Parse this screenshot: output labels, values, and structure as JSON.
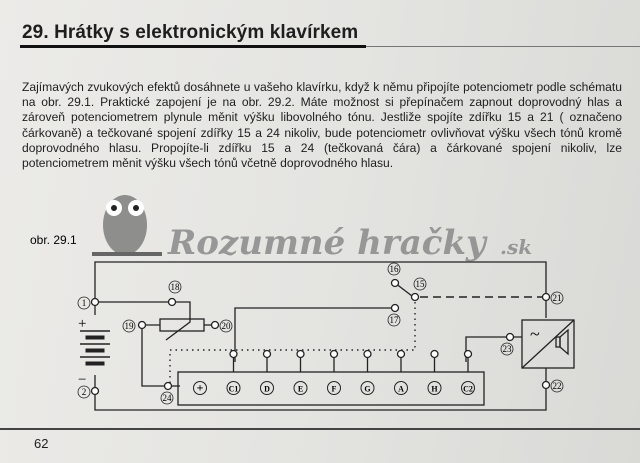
{
  "title": "29. Hrátky s elektronickým klavírkem",
  "paragraph": "Zajímavých zvukových efektů dosáhnete u vašeho klavírku, když k němu připojíte potenciometr podle schématu na obr. 29.1. Praktické zapojení je na obr. 29.2. Máte možnost si přepínačem zapnout doprovodný hlas a zároveň potenciometrem plynule měnit výšku libovolného tónu. Jestliže spojíte zdířku 15 a 21 ( označeno čárkovaně) a tečkované spojení zdířky 15 a 24 nikoliv, bude potenciometr ovlivňovat výšku všech tónů kromě doprovodného hlasu. Propojíte-li zdířku 15 a 24 (tečkovaná čára) a čárkované spojení nikoliv, lze potenciometrem měnit výšku všech tónů včetně doprovodného hlasu.",
  "figure_label": "obr. 29.1",
  "watermark": {
    "text": "Rozumné hračky",
    "suffix": ".sk"
  },
  "battery": {
    "plus": "+",
    "minus": "−"
  },
  "nodes": {
    "n1": "1",
    "n2": "2",
    "n15": "15",
    "n16": "16",
    "n17": "17",
    "n18": "18",
    "n19": "19",
    "n20": "20",
    "n21": "21",
    "n22": "22",
    "n23": "23",
    "n24": "24"
  },
  "keys": [
    "+",
    "C1",
    "D",
    "E",
    "F",
    "G",
    "A",
    "H",
    "C2"
  ],
  "amp_symbol": "~",
  "page_number": "62"
}
